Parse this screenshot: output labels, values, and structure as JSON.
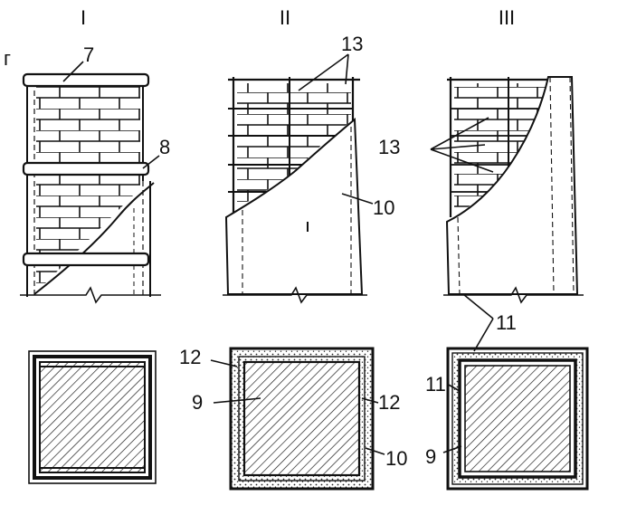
{
  "headers": {
    "col1": "I",
    "col2": "II",
    "col3": "III"
  },
  "letter": "г",
  "callouts": {
    "n7": "7",
    "n8": "8",
    "n13a": "13",
    "n13b": "13",
    "n10a": "10",
    "n10b": "10",
    "n11a": "11",
    "n11b": "11",
    "n12a": "12",
    "n12b": "12",
    "n9a": "9",
    "n9b": "9"
  }
}
